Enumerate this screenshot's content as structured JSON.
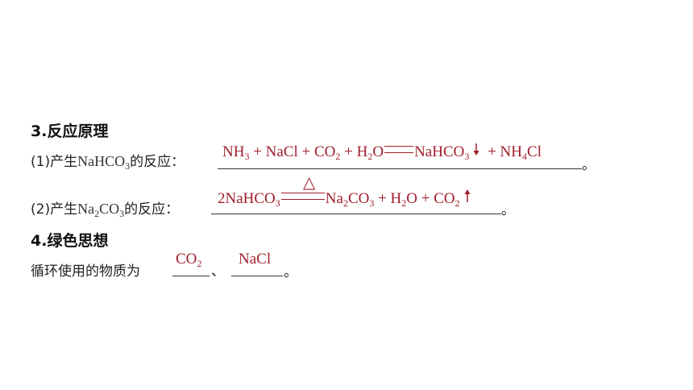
{
  "section3": {
    "title": "3.反应原理",
    "item1": {
      "prefix": "(1)产生",
      "formula_main": "NaHCO",
      "formula_sub": "3",
      "suffix": "的反应：",
      "end": "。",
      "answer": {
        "nh": "NH",
        "nh_sub": "3",
        "plus_nacl": " + NaCl + CO",
        "co2_sub": "2",
        "plus_h": " + H",
        "h2_sub": "2",
        "o": "O",
        "product1": "NaHCO",
        "product1_sub": "3",
        "plus_nh4": " + NH",
        "nh4_sub": "4",
        "cl": "Cl"
      }
    },
    "item2": {
      "prefix": "(2)产生",
      "formula_main": "Na",
      "formula_sub1": "2",
      "formula_mid": "CO",
      "formula_sub2": "3",
      "suffix": "的反应：",
      "end": "。",
      "answer": {
        "reactant": "2NaHCO",
        "reactant_sub": "3",
        "condition": "△",
        "p1": "Na",
        "p1_sub": "2",
        "p1b": "CO",
        "p1b_sub": "3",
        "p2": " + H",
        "p2_sub": "2",
        "p2b": "O",
        "p3": " + CO",
        "p3_sub": "2"
      }
    }
  },
  "section4": {
    "title": "4.绿色思想",
    "sentence": "循环使用的物质为",
    "separator": "、",
    "end": "。",
    "answer1_main": "CO",
    "answer1_sub": "2",
    "answer2": "NaCl"
  },
  "colors": {
    "answer": "#a11d2b",
    "text": "#222222"
  }
}
